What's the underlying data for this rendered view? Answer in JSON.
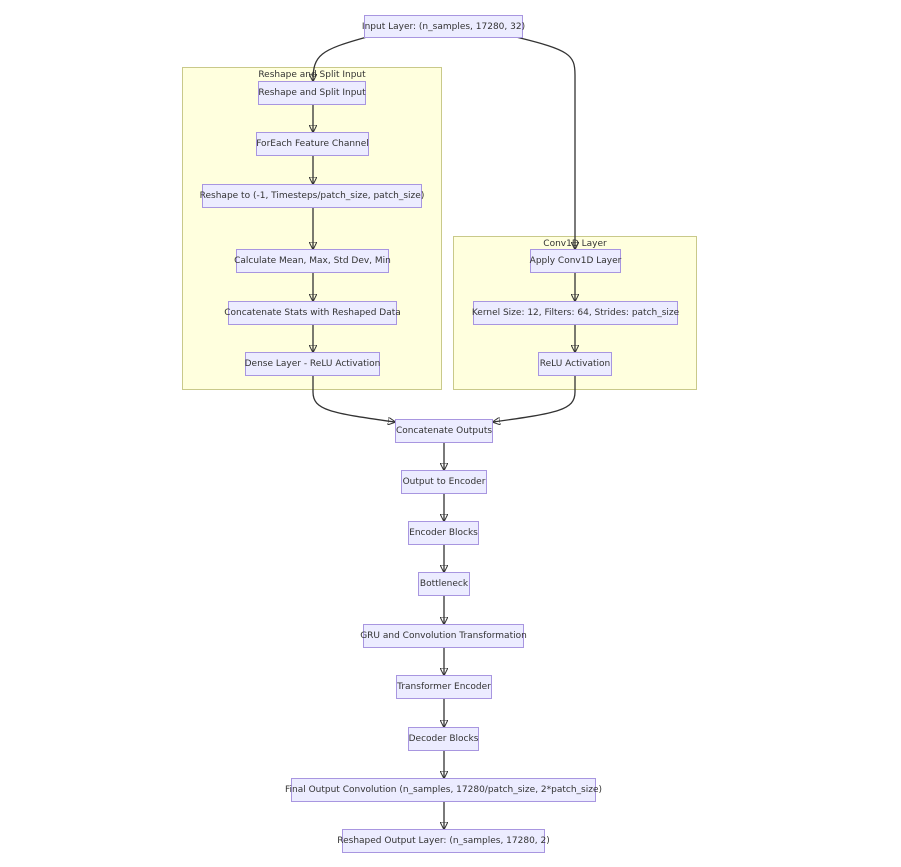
{
  "diagram": {
    "clusters": {
      "reshape": {
        "title": "Reshape and Split Input"
      },
      "conv": {
        "title": "Conv1D Layer"
      }
    },
    "nodes": {
      "input_layer": "Input Layer: (n_samples, 17280, 32)",
      "reshape_split": "Reshape and Split Input",
      "foreach_channel": "ForEach Feature Channel",
      "reshape_to": "Reshape to (-1, Timesteps/patch_size, patch_size)",
      "calc_stats": "Calculate Mean, Max, Std Dev, Min",
      "concat_stats": "Concatenate Stats with Reshaped Data",
      "dense_relu": "Dense Layer - ReLU Activation",
      "apply_conv1d": "Apply Conv1D Layer",
      "kernel_size": "Kernel Size: 12, Filters: 64, Strides: patch_size",
      "relu_activation": "ReLU Activation",
      "concat_outputs": "Concatenate Outputs",
      "output_encoder": "Output to Encoder",
      "encoder_blocks": "Encoder Blocks",
      "bottleneck": "Bottleneck",
      "gru_conv": "GRU and Convolution Transformation",
      "transformer_encoder": "Transformer Encoder",
      "decoder_blocks": "Decoder Blocks",
      "final_output_conv": "Final Output Convolution (n_samples, 17280/patch_size, 2*patch_size)",
      "reshaped_output": "Reshaped Output Layer: (n_samples, 17280, 2)"
    },
    "colors": {
      "node_fill": "#ececff",
      "node_border": "#a896e0",
      "cluster_fill": "#ffffde",
      "cluster_border": "#c9c98a",
      "edge": "#333333"
    }
  }
}
